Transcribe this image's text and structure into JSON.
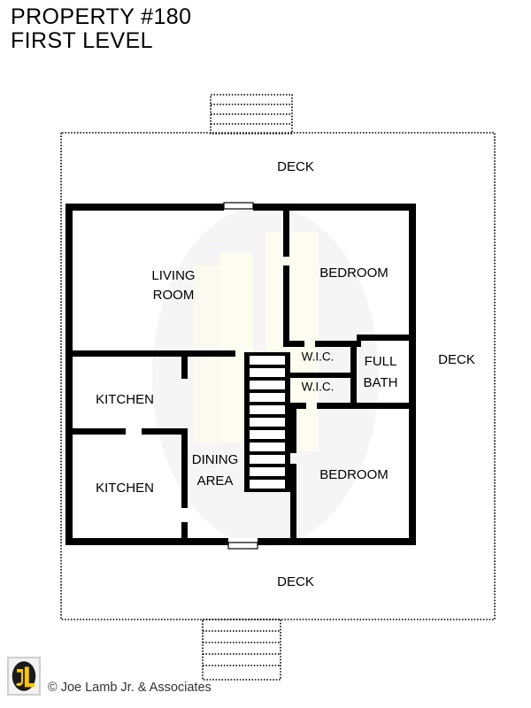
{
  "header": {
    "title_line1": "PROPERTY #180",
    "title_line2": "FIRST LEVEL"
  },
  "floorplan": {
    "decks": [
      {
        "id": "deck-top",
        "label": "DECK"
      },
      {
        "id": "deck-right",
        "label": "DECK"
      },
      {
        "id": "deck-bottom",
        "label": "DECK"
      }
    ],
    "rooms": [
      {
        "id": "living-room",
        "label_line1": "LIVING",
        "label_line2": "ROOM"
      },
      {
        "id": "bedroom-upper",
        "label_line1": "BEDROOM",
        "label_line2": ""
      },
      {
        "id": "bedroom-lower",
        "label_line1": "BEDROOM",
        "label_line2": ""
      },
      {
        "id": "kitchen-upper",
        "label_line1": "KITCHEN",
        "label_line2": ""
      },
      {
        "id": "kitchen-lower",
        "label_line1": "KITCHEN",
        "label_line2": ""
      },
      {
        "id": "dining-area",
        "label_line1": "DINING",
        "label_line2": "AREA"
      },
      {
        "id": "wic-upper",
        "label_line1": "W.I.C.",
        "label_line2": ""
      },
      {
        "id": "wic-lower",
        "label_line1": "W.I.C.",
        "label_line2": ""
      },
      {
        "id": "full-bath",
        "label_line1": "FULL",
        "label_line2": "BATH"
      }
    ],
    "features": {
      "staircase_interior_steps": 11,
      "exterior_stairs_top_steps": 3,
      "exterior_stairs_bottom_steps": 5,
      "door_top_label": "door",
      "door_bottom_label": "door"
    },
    "colors": {
      "wall": "#000000",
      "deck_outline": "#000000",
      "background": "#ffffff",
      "watermark_circle": "#f5f5f5",
      "watermark_letters": "#fcfbec"
    }
  },
  "footer": {
    "copyright": "© Joe Lamb Jr. & Associates",
    "logo_text": "JL",
    "logo_letter_color": "#f5c518",
    "logo_badge_color": "#1a1a1a"
  }
}
